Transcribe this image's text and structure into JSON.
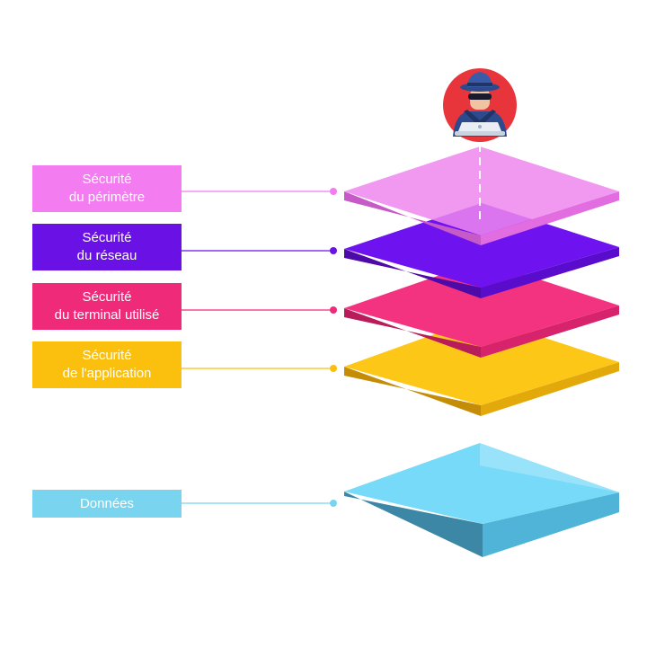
{
  "layers": [
    {
      "label": "Sécurité\ndu périmètre",
      "color": "#f27cf0",
      "top_color": "#ef86ee",
      "side_left": "#c65ac6",
      "side_right": "#e26de0"
    },
    {
      "label": "Sécurité\ndu réseau",
      "color": "#6a11e6",
      "top_color": "#6e12f0",
      "side_left": "#4d0aa8",
      "side_right": "#5a0ccc"
    },
    {
      "label": "Sécurité\ndu terminal utilisé",
      "color": "#ef2a79",
      "top_color": "#f3337f",
      "side_left": "#b81c5a",
      "side_right": "#d6236b"
    },
    {
      "label": "Sécurité\nde l'application",
      "color": "#fbbf0e",
      "top_color": "#fdc718",
      "side_left": "#c58d07",
      "side_right": "#e3a90a"
    },
    {
      "label": "Données",
      "color": "#79d4f0",
      "top_color": "#76daf8",
      "side_left": "#3c86a6",
      "side_right": "#4fb4d8"
    }
  ],
  "avatar": {
    "icon": "hacker-icon",
    "circle_color": "#e8353b"
  },
  "colors": {
    "connector_dot": "#9b9b9b"
  }
}
